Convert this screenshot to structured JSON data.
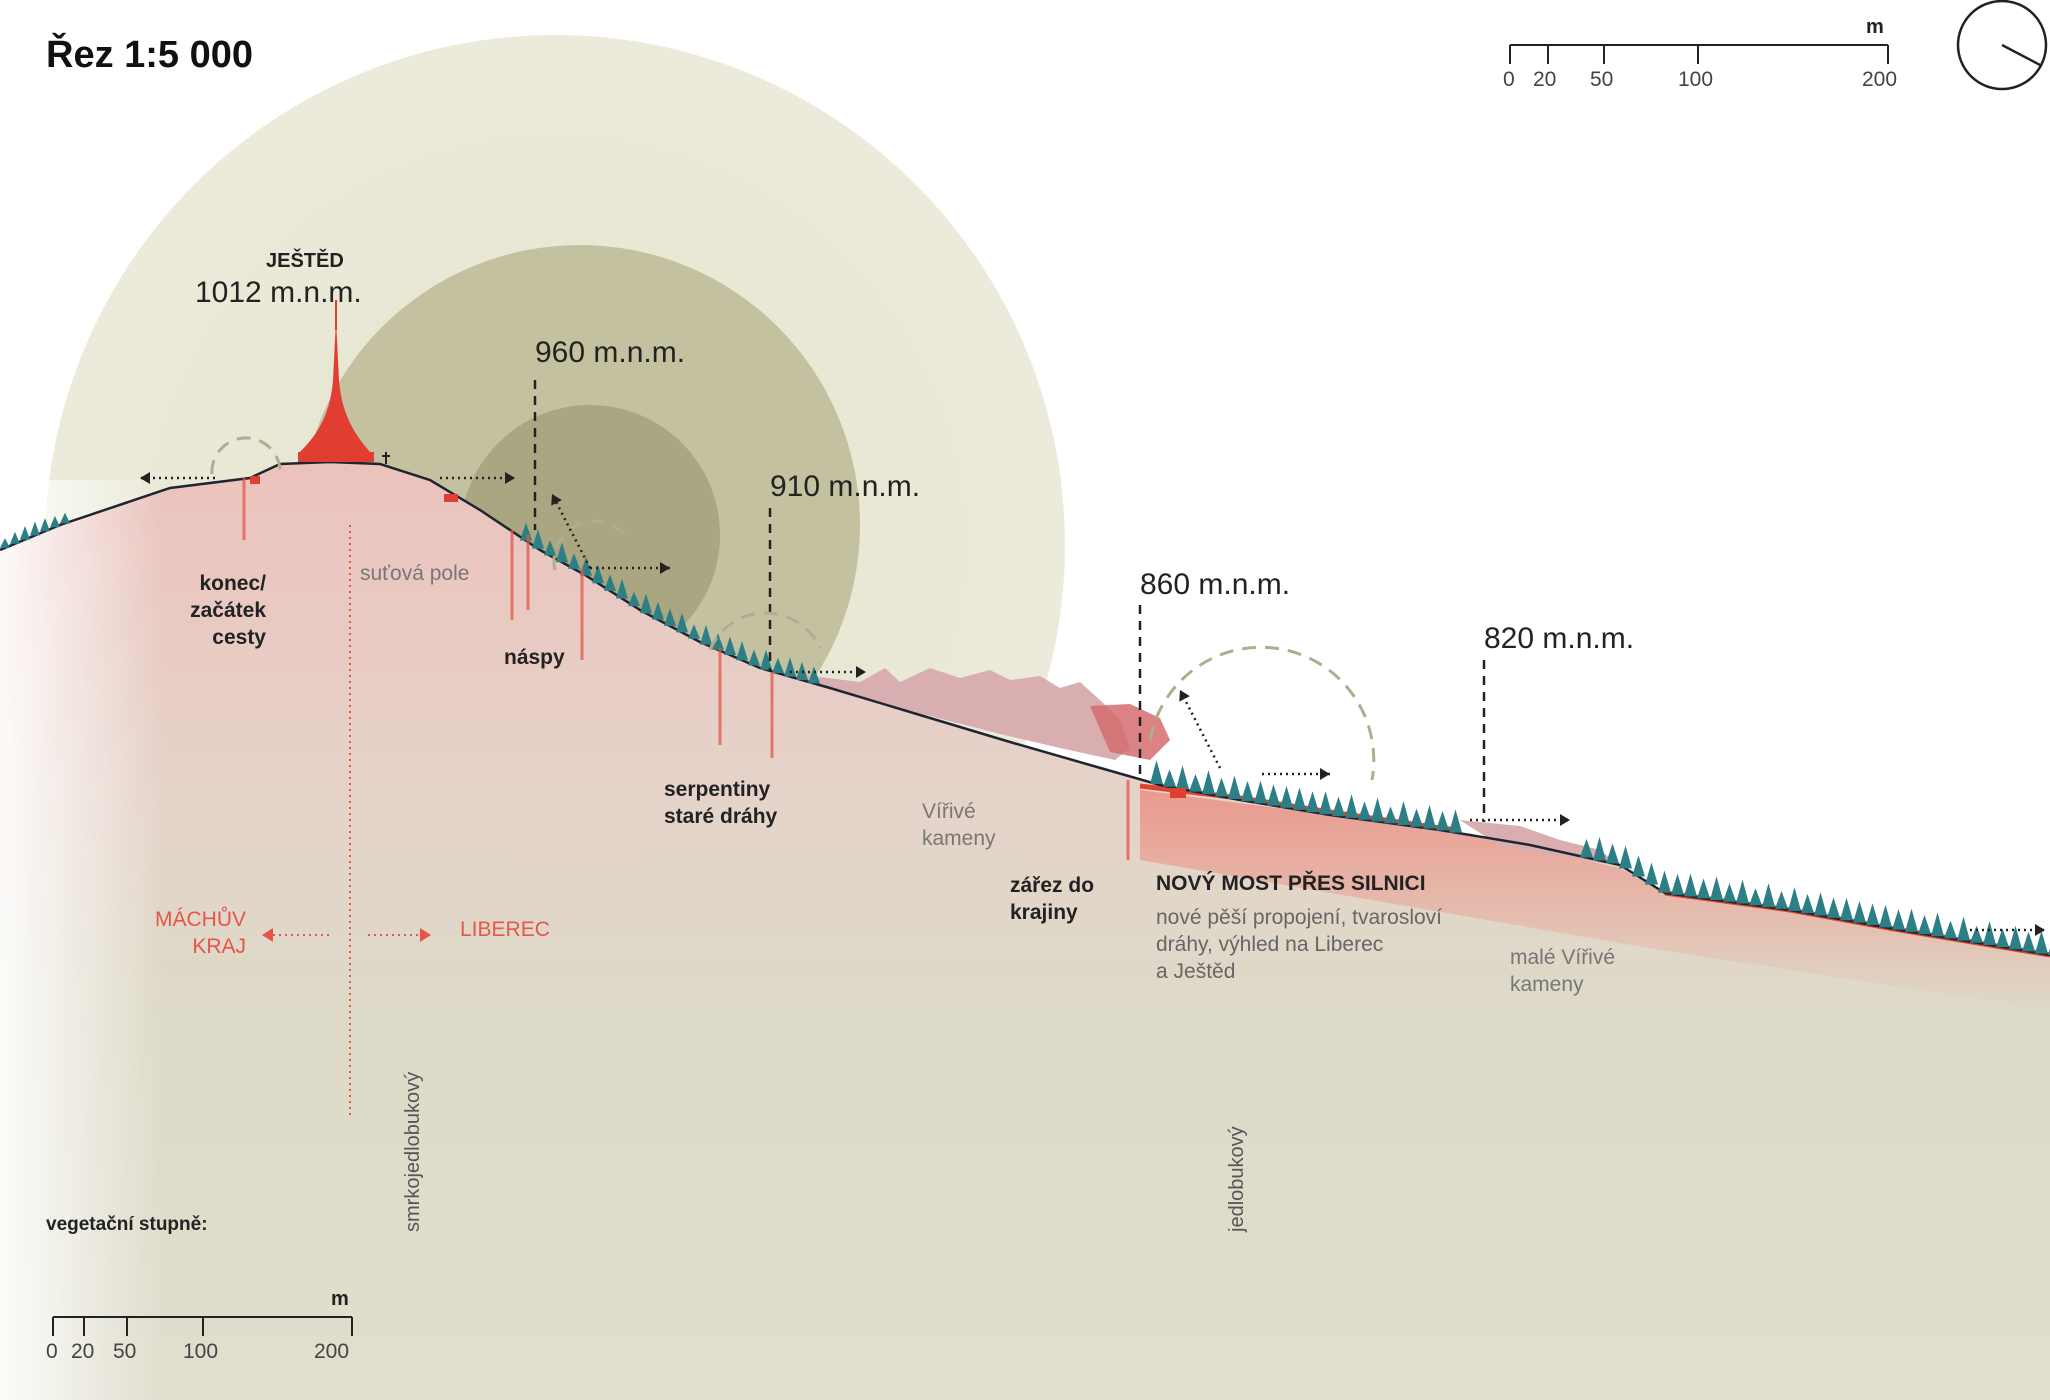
{
  "title": "Řez 1:5 000",
  "scale_bar_top": {
    "unit": "m",
    "ticks": [
      "0",
      "20",
      "50",
      "100",
      "200"
    ]
  },
  "scale_bar_bottom": {
    "unit": "m",
    "ticks": [
      "0",
      "20",
      "50",
      "100",
      "200"
    ]
  },
  "peak": {
    "name": "JEŠTĚD",
    "elevation": "1012 m.n.m."
  },
  "elevations": [
    "960 m.n.m.",
    "910 m.n.m.",
    "860 m.n.m.",
    "820 m.n.m."
  ],
  "labels": {
    "konec": "konec/\nzačátek\ncesty",
    "sutova_pole": "suťová pole",
    "naspy": "náspy",
    "serpentiny": "serpentiny\nstaré dráhy",
    "virive": "Vířivé\nkameny",
    "zarez": "zářez do\nkrajiny",
    "most_title": "NOVÝ MOST PŘES SILNICI",
    "most_desc": "nové pěší propojení, tvarosloví\ndráhy, výhled na Liberec\na Ještěd",
    "male_virive": "malé Vířivé\nkameny",
    "machuv_kraj": "MÁCHŮV\nKRAJ",
    "liberec": "LIBEREC",
    "veg_title": "vegetační stupně:",
    "veg_1": "smrkojedlobukový",
    "veg_2": "jedlobukový"
  },
  "colors": {
    "accent_red": "#e4574a",
    "tower_red": "#e03e31",
    "tree_teal": "#2c7f85",
    "halo": "#e9e7d4",
    "ground": "#d9d8c5",
    "rock_pink": "#ddb2b4"
  },
  "icons": [
    "compass-icon",
    "transmitter-tower-icon",
    "tree-band-icon",
    "view-arrow-icon"
  ]
}
